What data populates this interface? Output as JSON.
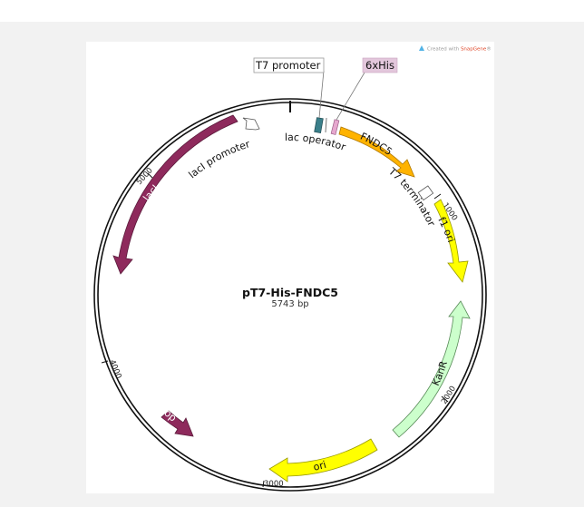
{
  "credit": {
    "prefix": "Created with ",
    "brand": "SnapGene",
    "suffix": "®"
  },
  "plasmid": {
    "name": "pT7-His-FNDC5",
    "size_label": "5743 bp"
  },
  "ticks": [
    "1000",
    "2000",
    "3000",
    "4000",
    "5000"
  ],
  "features": {
    "lacI": "lacI",
    "rop": "rop",
    "ori": "ori",
    "KanR": "KanR",
    "f1_ori": "f1 ori",
    "FNDC5": "FNDC5",
    "T7_terminator": "T7 terminator",
    "lac_operator": "lac operator",
    "lacI_promoter": "lacI promoter",
    "T7_promoter": "T7 promoter",
    "his": "6xHis"
  },
  "colors": {
    "lacI": "#8e2a5c",
    "rop": "#8e2a5c",
    "ori": "#ffff00",
    "KanR": "#ccffcc",
    "f1_ori": "#ffff00",
    "FNDC5": "#ffb300",
    "T7_promoter": "#3a7f8a",
    "his": "#e6a8cf",
    "his_label_bg": "#e3c7dc"
  }
}
